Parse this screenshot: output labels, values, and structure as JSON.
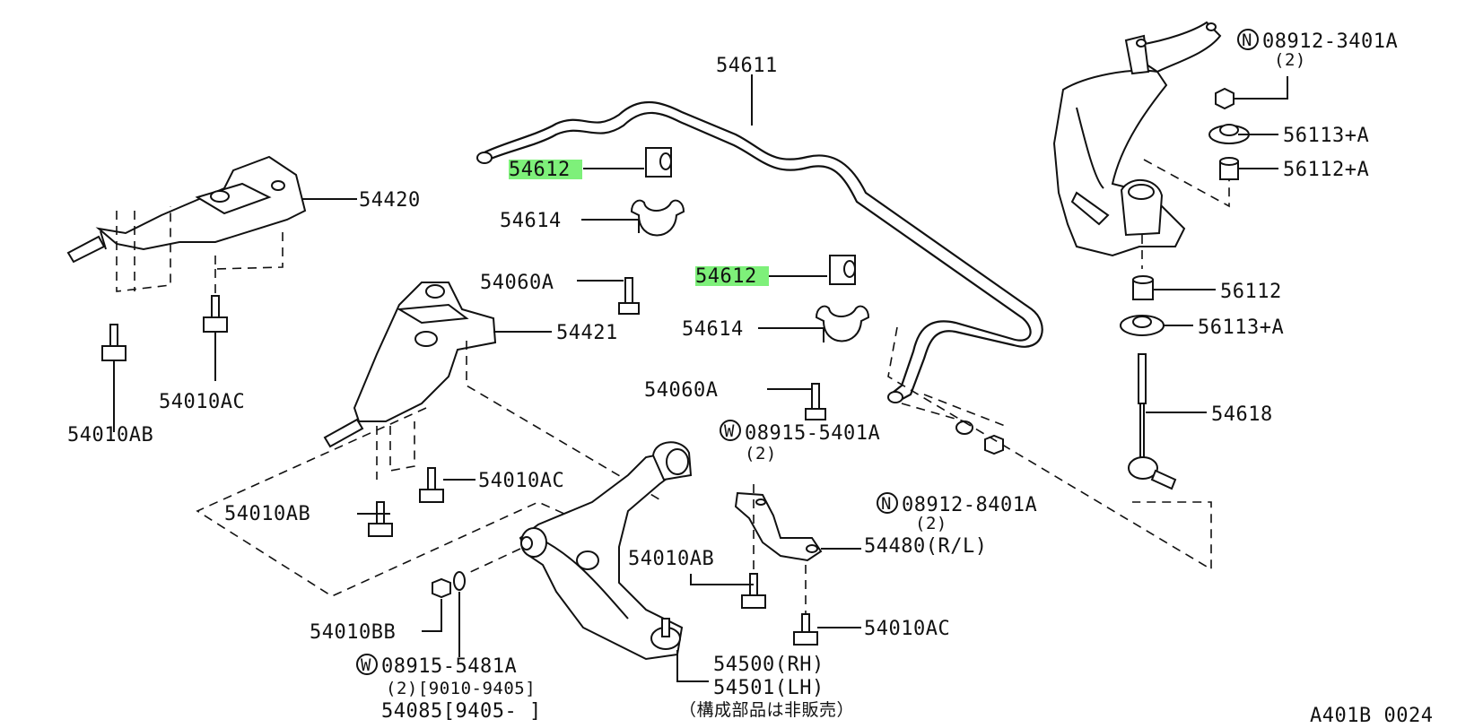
{
  "diagram": {
    "footer_code": "A401B 0024",
    "note_jp": "（構成部品は非販売）",
    "labels": {
      "p54611": "54611",
      "p54612_a": "54612",
      "p54612_b": "54612",
      "p54614_a": "54614",
      "p54614_b": "54614",
      "p54060A_a": "54060A",
      "p54060A_b": "54060A",
      "p54420": "54420",
      "p54421": "54421",
      "p54010AC_a": "54010AC",
      "p54010AC_b": "54010AC",
      "p54010AC_c": "54010AC",
      "p54010AB_a": "54010AB",
      "p54010AB_b": "54010AB",
      "p54010AB_c": "54010AB",
      "p54010BB": "54010BB",
      "p08915_5481A": "08915-5481A",
      "p08915_5481A_qty": "(2)[9010-9405]",
      "p54085": "54085[9405-   ]",
      "p54500": "54500(RH)",
      "p54501": "54501(LH)",
      "p08915_5401A": "08915-5401A",
      "p08915_5401A_qty": "(2)",
      "p08912_8401A": "08912-8401A",
      "p08912_8401A_qty": "(2)",
      "p54480": "54480(R/L)",
      "p08912_3401A": "08912-3401A",
      "p08912_3401A_qty": "(2)",
      "p56113A_a": "56113+A",
      "p56112A": "56112+A",
      "p56112": "56112",
      "p56113A_b": "56113+A",
      "p54618": "54618",
      "circle_W": "W",
      "circle_N": "N"
    },
    "highlight_color": "#7ef07a"
  }
}
